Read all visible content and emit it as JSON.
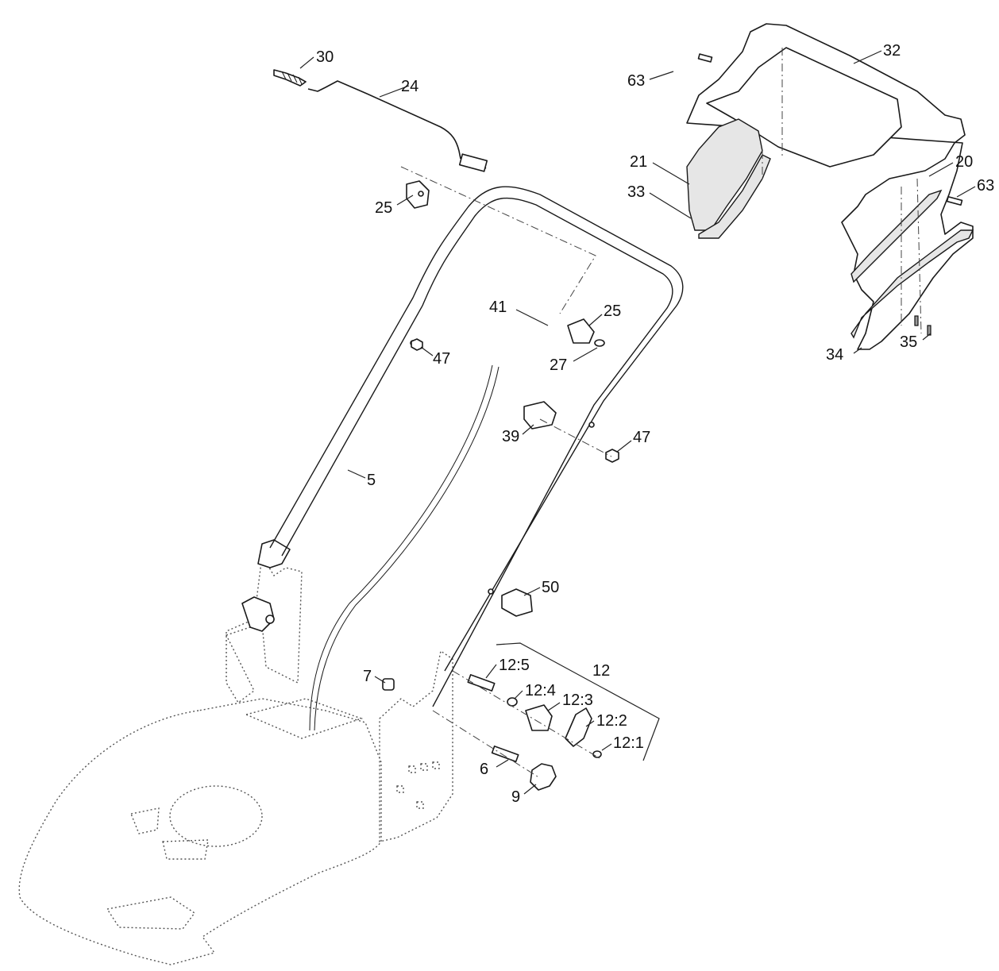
{
  "diagram": {
    "callouts": {
      "c30": "30",
      "c24": "24",
      "c25a": "25",
      "c32": "32",
      "c63a": "63",
      "c21": "21",
      "c33": "33",
      "c20": "20",
      "c63b": "63",
      "c41": "41",
      "c25b": "25",
      "c27": "27",
      "c47a": "47",
      "c34": "34",
      "c35": "35",
      "c39": "39",
      "c47b": "47",
      "c5": "5",
      "c50": "50",
      "c7": "7",
      "c12_5": "12:5",
      "c12": "12",
      "c12_4": "12:4",
      "c12_3": "12:3",
      "c12_2": "12:2",
      "c12_1": "12:1",
      "c6": "6",
      "c9": "9"
    }
  }
}
